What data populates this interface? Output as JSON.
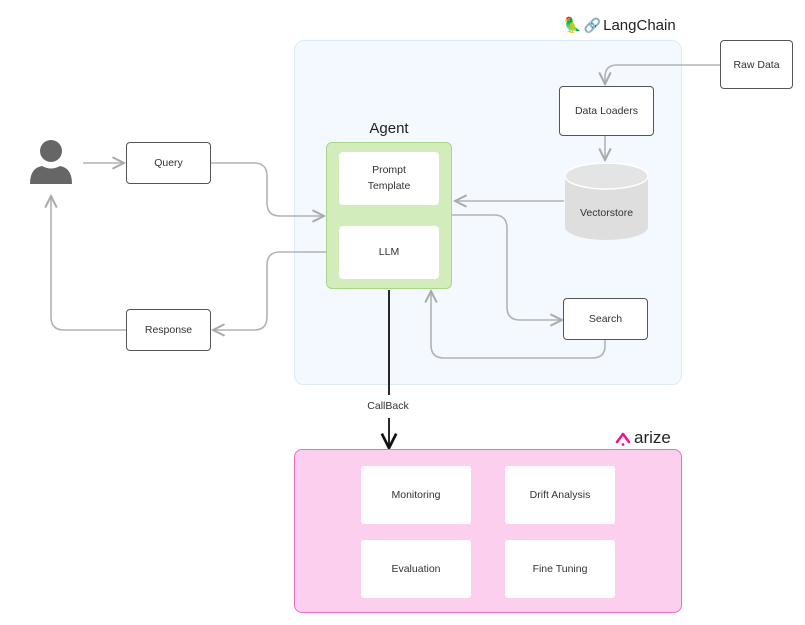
{
  "langchain": {
    "brand_label": "LangChain",
    "brand_icons": [
      "parrot-icon",
      "link-icon"
    ],
    "container_color": "#f3f9fe"
  },
  "arize": {
    "brand_label": "arize",
    "brand_icon": "arize-caret-icon",
    "accent_color": "#f0139c",
    "container_color": "#fccfee",
    "tiles": [
      "Monitoring",
      "Drift Analysis",
      "Evaluation",
      "Fine Tuning"
    ]
  },
  "agent": {
    "title": "Agent",
    "prompt_template": "Prompt\nTemplate",
    "llm": "LLM",
    "color": "#d3ecbb"
  },
  "nodes": {
    "user": "user-icon",
    "query": "Query",
    "response": "Response",
    "raw_data": "Raw Data",
    "data_loaders": "Data Loaders",
    "vectorstore": "Vectorstore",
    "search": "Search"
  },
  "edges": {
    "callback_label": "CallBack"
  }
}
